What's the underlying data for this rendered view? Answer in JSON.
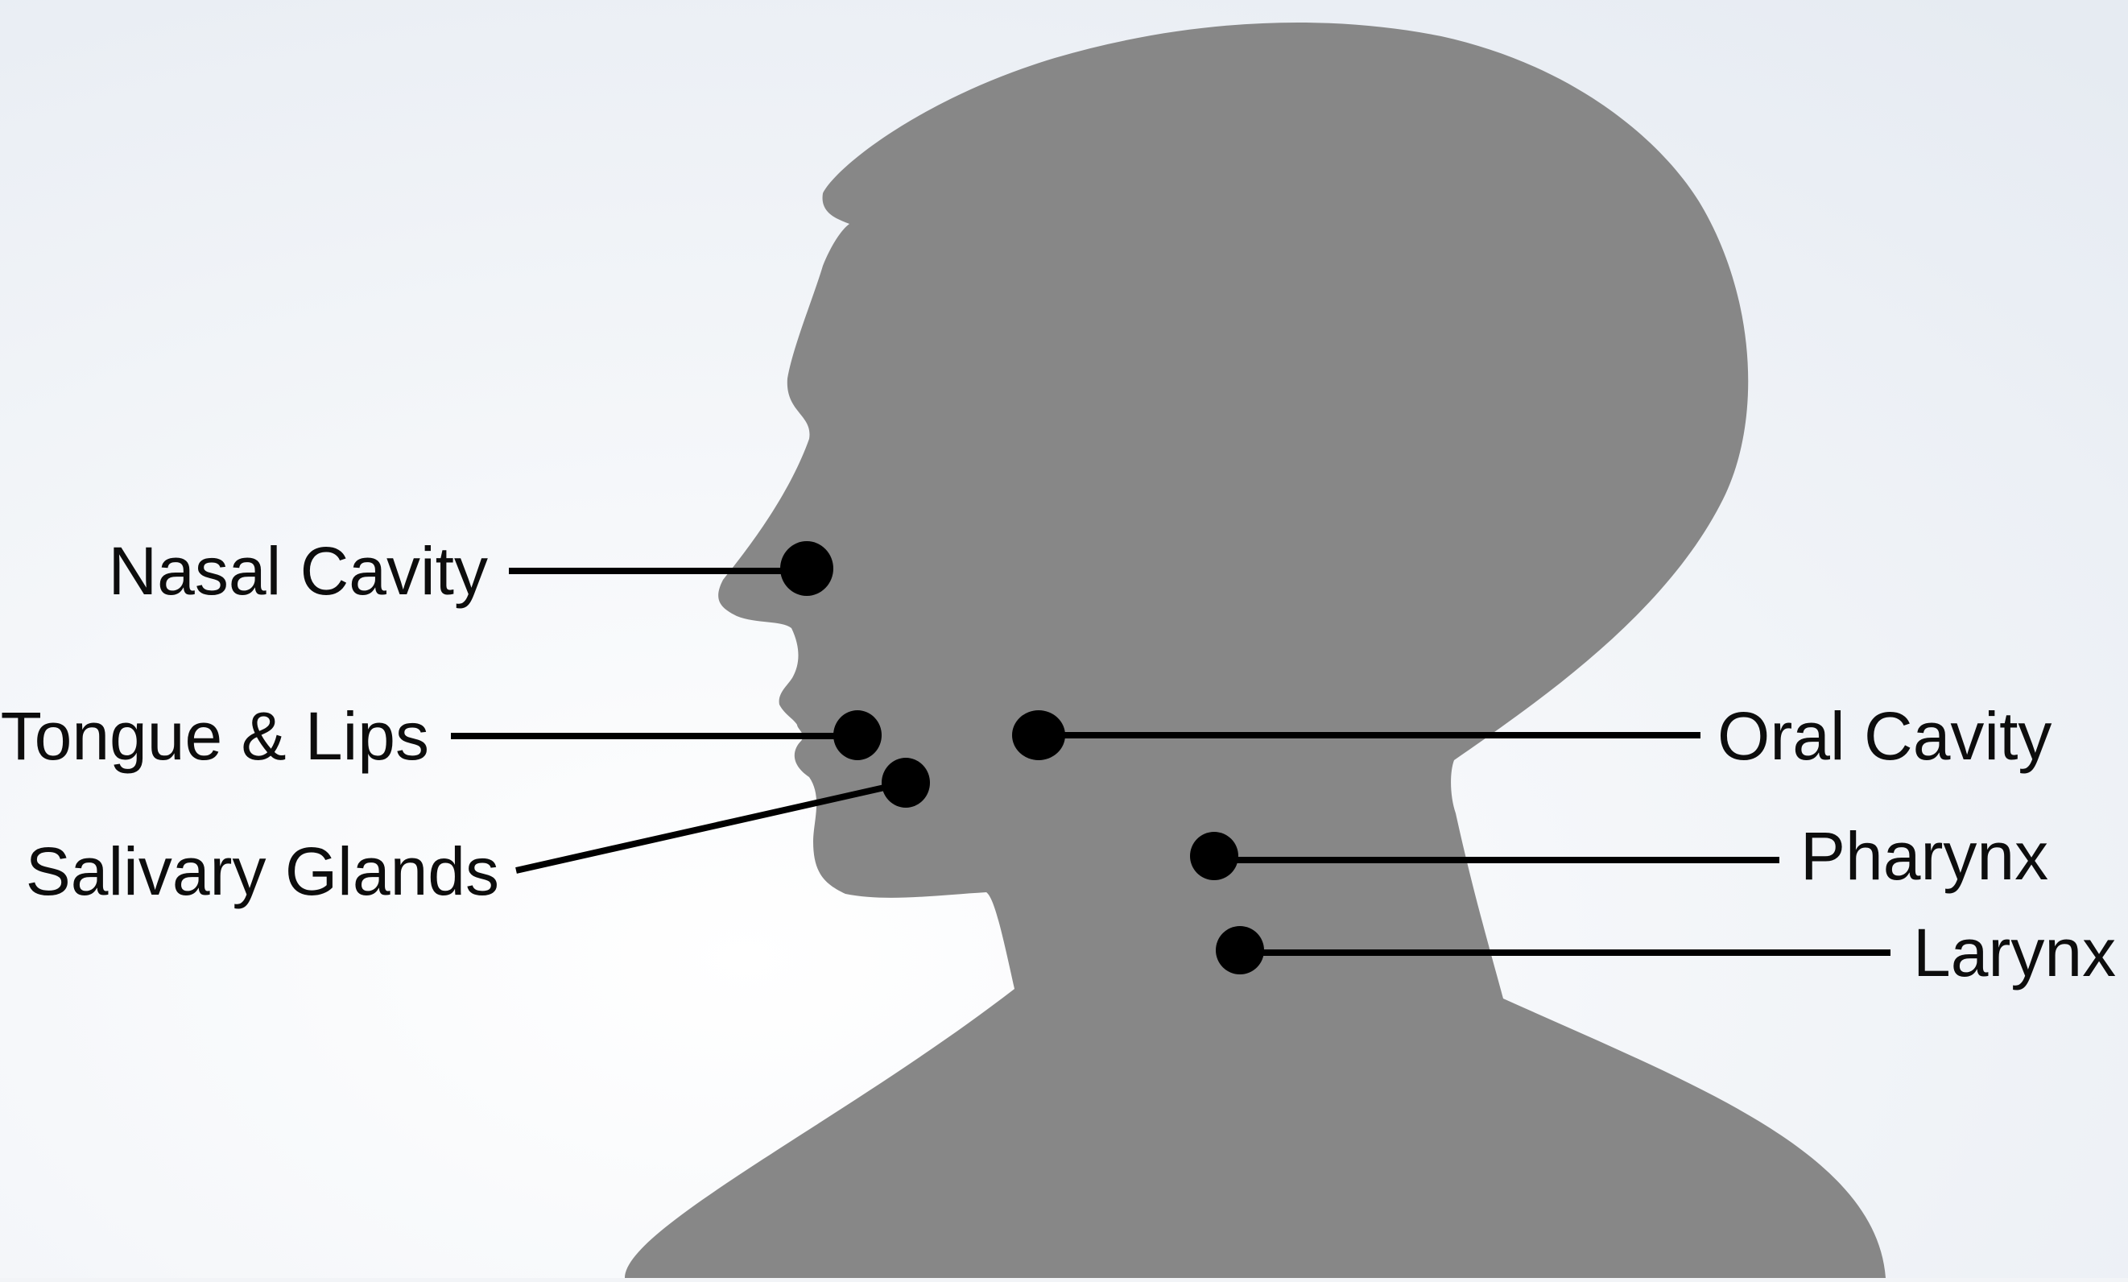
{
  "diagram": {
    "labels": {
      "nasal_cavity": "Nasal Cavity",
      "tongue_lips": "Tongue & Lips",
      "salivary_glands": "Salivary Glands",
      "oral_cavity": "Oral Cavity",
      "pharynx": "Pharynx",
      "larynx": "Larynx"
    },
    "colors": {
      "silhouette": "#878787",
      "marker": "#000000",
      "background_light": "#ffffff",
      "background_tint": "#e6ebf2"
    }
  }
}
